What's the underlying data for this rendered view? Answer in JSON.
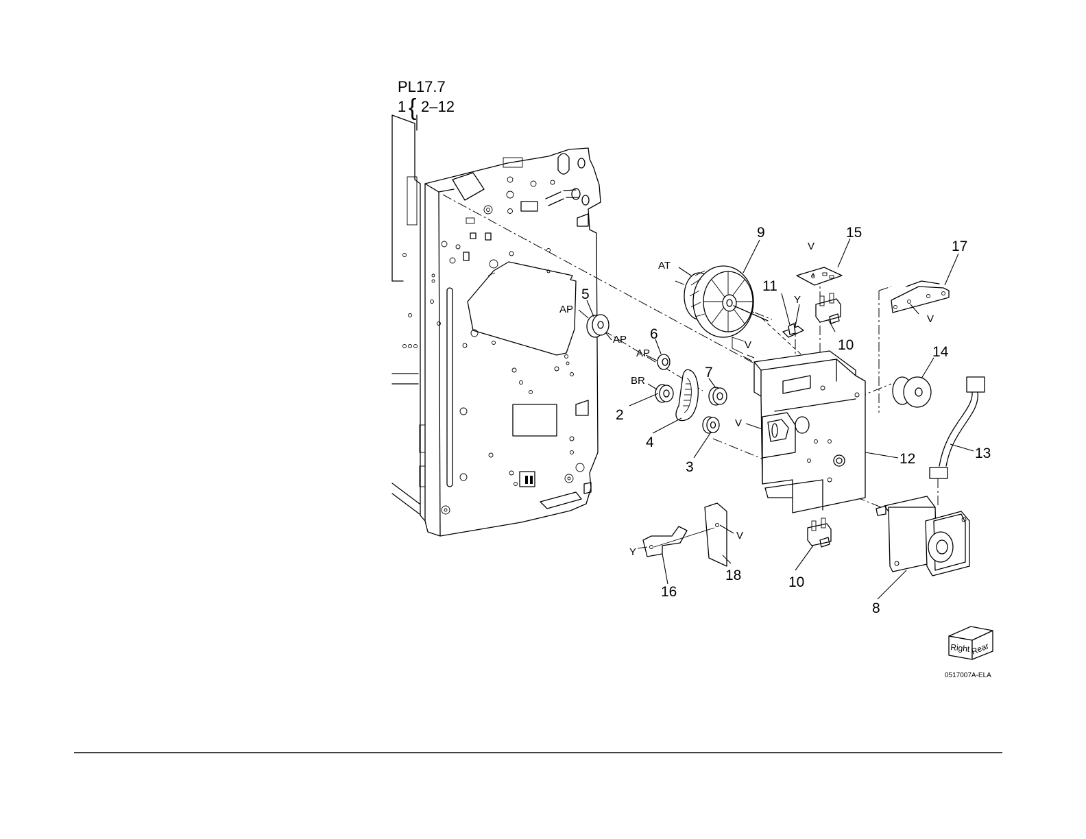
{
  "header": {
    "plate_ref": "PL17.7",
    "assembly_index": "1",
    "assembly_range": "2–12"
  },
  "parts": [
    {
      "id": "p1",
      "label": "2"
    },
    {
      "id": "p2",
      "label": "3"
    },
    {
      "id": "p3",
      "label": "4"
    },
    {
      "id": "p4",
      "label": "5"
    },
    {
      "id": "p5",
      "label": "6"
    },
    {
      "id": "p6",
      "label": "7"
    },
    {
      "id": "p7",
      "label": "8"
    },
    {
      "id": "p8",
      "label": "9"
    },
    {
      "id": "p9",
      "label": "10"
    },
    {
      "id": "p10",
      "label": "10"
    },
    {
      "id": "p11",
      "label": "11"
    },
    {
      "id": "p12",
      "label": "12"
    },
    {
      "id": "p13",
      "label": "13"
    },
    {
      "id": "p14",
      "label": "14"
    },
    {
      "id": "p15",
      "label": "15"
    },
    {
      "id": "p16",
      "label": "16"
    },
    {
      "id": "p17",
      "label": "17"
    },
    {
      "id": "p18",
      "label": "18"
    }
  ],
  "fastener_tags": {
    "at": "AT",
    "ap": "AP",
    "br": "BR",
    "v": "V",
    "y": "Y"
  },
  "orientation_cube": {
    "left_face": "Right",
    "right_face": "Rear"
  },
  "figure_code": "0517007A-ELA"
}
